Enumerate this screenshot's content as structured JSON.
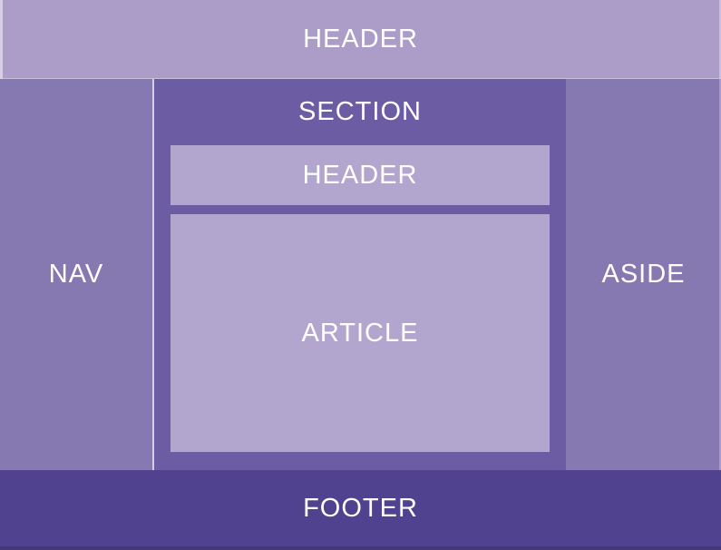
{
  "diagram": {
    "header": {
      "label": "HEADER"
    },
    "nav": {
      "label": "NAV"
    },
    "section": {
      "label": "SECTION",
      "inner_header": {
        "label": "HEADER"
      },
      "article": {
        "label": "ARTICLE"
      }
    },
    "aside": {
      "label": "ASIDE"
    },
    "footer": {
      "label": "FOOTER"
    }
  },
  "colors": {
    "page_header_bg": "#ab9dc8",
    "nav_bg": "#8679b2",
    "section_bg": "#6b5ca4",
    "inner_box_bg": "#b2a6cf",
    "aside_bg": "#8679b2",
    "footer_bg": "#514290",
    "footer_edge": "#453879",
    "separator": "#d5cde6",
    "text": "#ffffff"
  }
}
